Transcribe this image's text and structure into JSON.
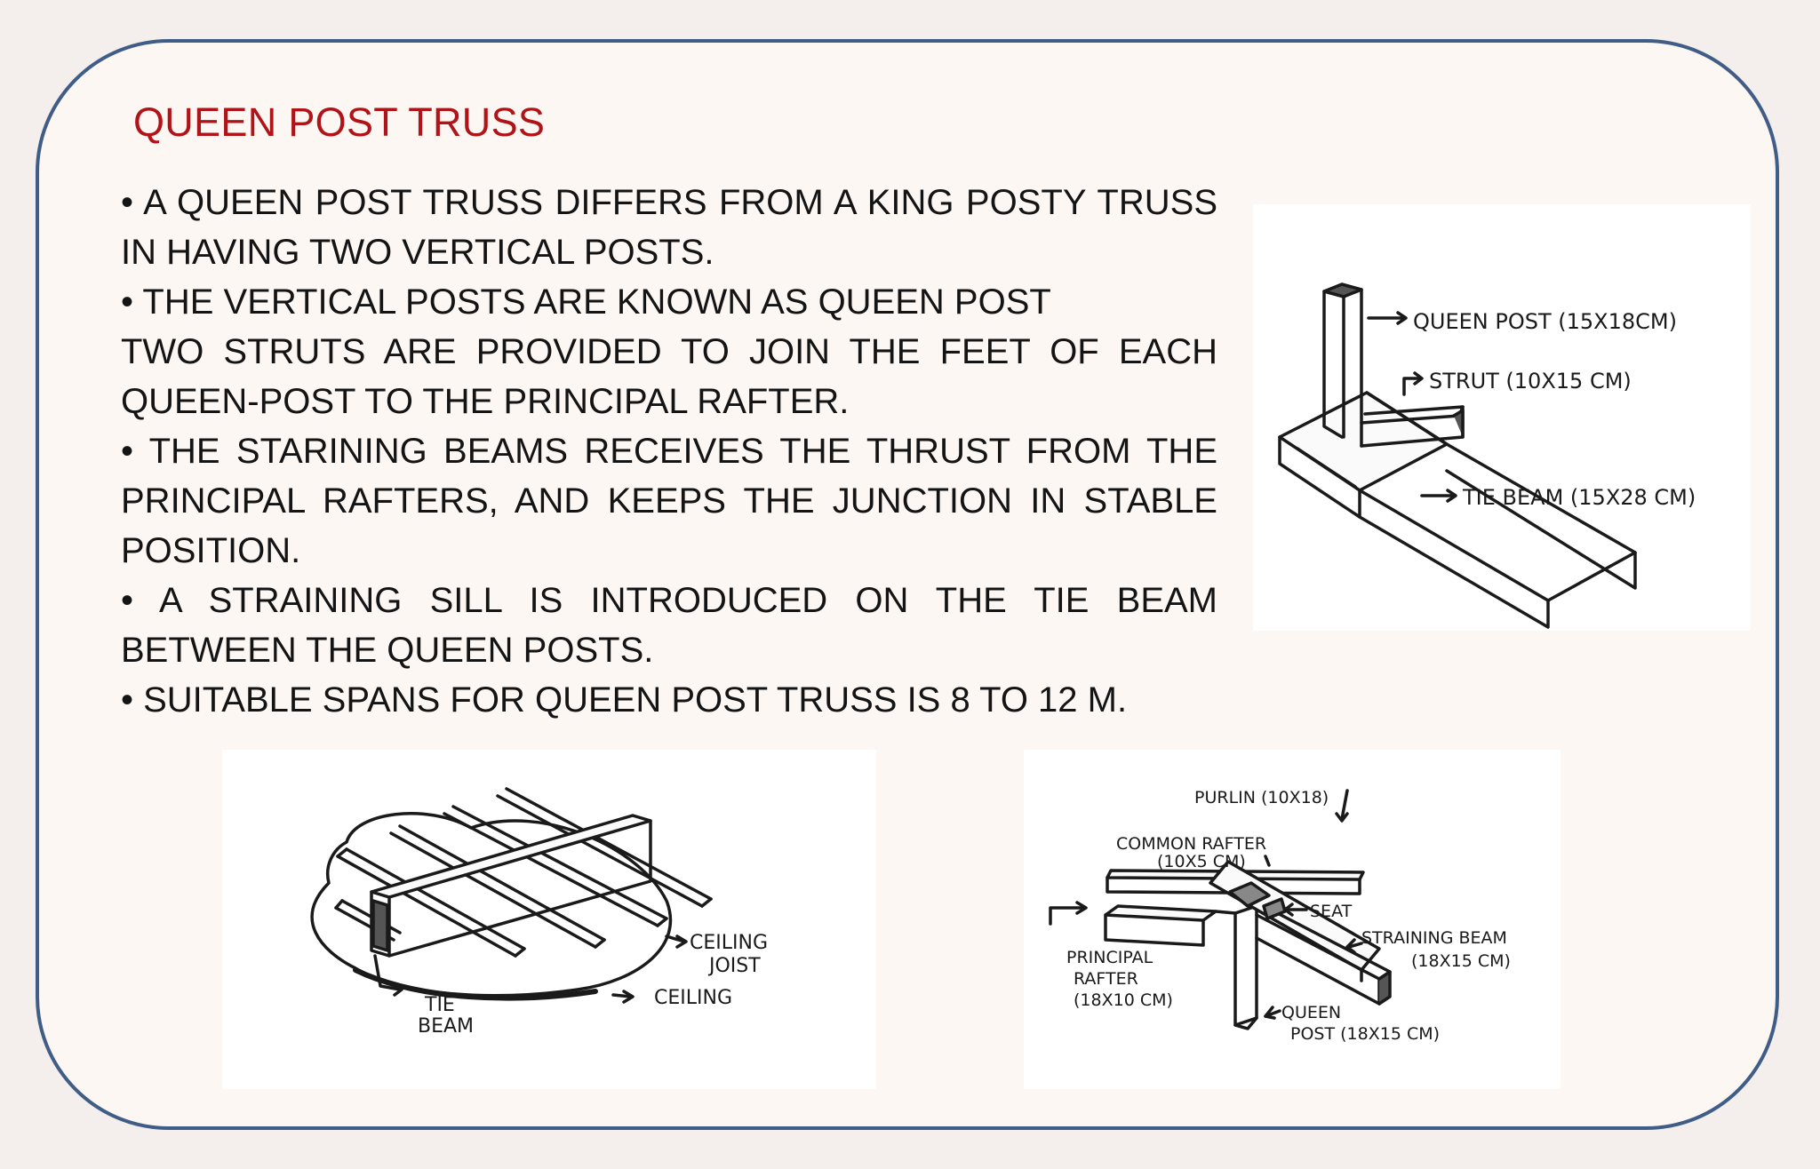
{
  "title": "QUEEN POST TRUSS",
  "bullets": [
    "• A QUEEN POST TRUSS DIFFERS FROM A KING POSTY TRUSS IN HAVING TWO VERTICAL POSTS.",
    "• THE VERTICAL POSTS ARE KNOWN AS QUEEN POST",
    "TWO STRUTS ARE PROVIDED TO JOIN THE FEET OF EACH QUEEN-POST TO THE PRINCIPAL RAFTER.",
    "• THE STARINING BEAMS RECEIVES THE THRUST FROM THE PRINCIPAL RAFTERS, AND KEEPS THE JUNCTION IN STABLE POSITION.",
    "• A STRAINING SILL IS INTRODUCED ON THE TIE BEAM BETWEEN THE QUEEN POSTS.",
    "• SUITABLE SPANS FOR QUEEN POST TRUSS IS 8 TO 12 M."
  ],
  "figure_post": {
    "queen_post": "QUEEN POST (15X18CM)",
    "strut": "STRUT (10X15 CM)",
    "tie_beam": "TIE BEAM (15X28 CM)"
  },
  "figure_ceiling": {
    "ceiling_joist_1": "CEILING",
    "ceiling_joist_2": "JOIST",
    "ceiling": "CEILING",
    "tie_1": "TIE",
    "tie_2": "BEAM"
  },
  "figure_rafter": {
    "purlin": "PURLIN (10X18)",
    "common_rafter_1": "COMMON RAFTER",
    "common_rafter_2": "(10X5 CM)",
    "seat": "SEAT",
    "straining_1": "STRAINING BEAM",
    "straining_2": "(18X15 CM)",
    "principal_1": "PRINCIPAL",
    "principal_2": "RAFTER",
    "principal_3": "(18X10 CM)",
    "queen_1": "QUEEN",
    "queen_2": "POST (18X15 CM)"
  }
}
